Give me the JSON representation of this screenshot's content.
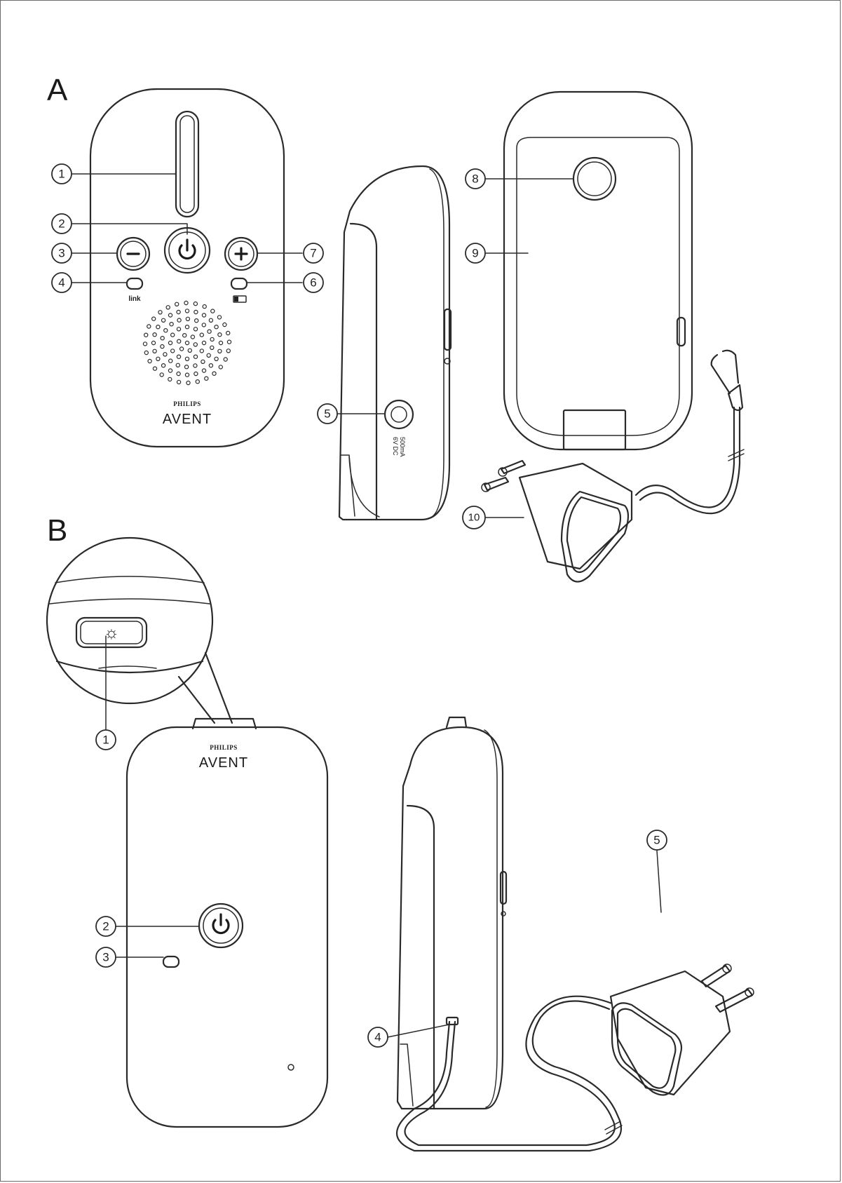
{
  "figure": {
    "sections": [
      "A",
      "B"
    ]
  },
  "labels": {
    "link": "link",
    "philips": "PHILIPS",
    "avent": "AVENT",
    "power_spec_1": "6V DC",
    "power_spec_2": "500mA",
    "light_symbol": "☼"
  },
  "callouts": {
    "A": [
      "1",
      "2",
      "3",
      "4",
      "5",
      "6",
      "7",
      "8",
      "9",
      "10"
    ],
    "B": [
      "1",
      "2",
      "3",
      "4",
      "5"
    ]
  },
  "icons": {
    "power": "power-icon",
    "minus": "minus-icon",
    "plus": "plus-icon",
    "battery": "battery-icon",
    "nightlight": "sun-icon"
  }
}
